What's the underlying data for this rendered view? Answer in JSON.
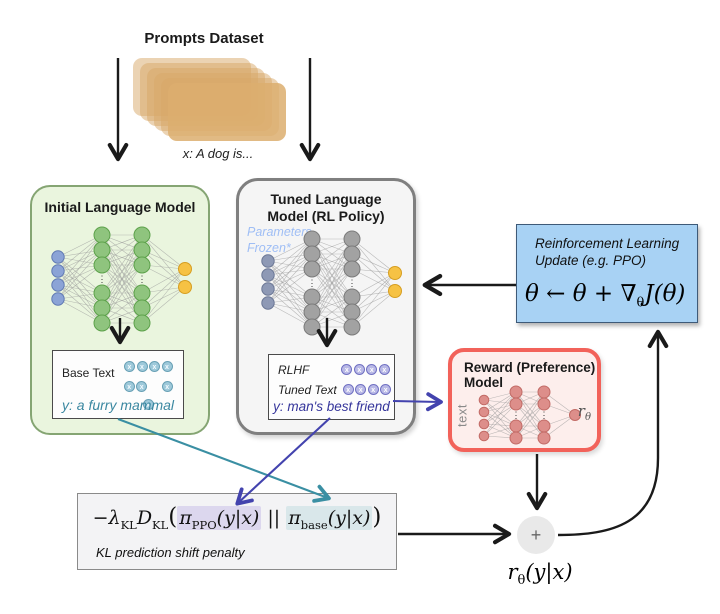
{
  "colors": {
    "prompt_card": "#dcae6e",
    "initial_box_bg": "#eaf5de",
    "initial_box_border": "#85a573",
    "tuned_box_bg": "#f5f5f5",
    "tuned_box_border": "#7f7f7f",
    "reward_box_bg": "#fdeeec",
    "reward_box_border": "#f2625a",
    "rl_box_bg": "#a8d2f4",
    "kl_box_bg": "#f3f3f5",
    "teal_arrow": "#3a8fa3",
    "purple_arrow": "#4343ae",
    "black_arrow": "#1a1a1a",
    "initial_output_text": "#3a87a0",
    "tuned_output_text": "#35359b",
    "frozen_text": "#9fbef5",
    "node_input": "#8ba3d6",
    "node_slate": "#8e99b5",
    "node_green": "#8fc47e",
    "node_gray": "#a2a2a2",
    "node_yellow": "#f6c244",
    "node_pink": "#dd8e8a",
    "ppo_highlight": "#dcd7ee",
    "base_highlight": "#d9e7ea"
  },
  "prompts": {
    "title": "Prompts Dataset",
    "example": "x: A dog is..."
  },
  "tokens": {
    "char": "x"
  },
  "initial_model": {
    "title": "Initial Language Model",
    "output_box": {
      "label": "Base Text",
      "output": "y: a furry mammal"
    }
  },
  "tuned_model": {
    "title_line1": "Tuned Language",
    "title_line2": "Model (RL Policy)",
    "frozen_line1": "Parameters",
    "frozen_line2": "Frozen*",
    "output_box": {
      "label_line1": "RLHF",
      "label_line2": "Tuned Text",
      "output": "y: man's best friend"
    }
  },
  "reward_model": {
    "title_line1": "Reward (Preference)",
    "title_line2": "Model",
    "input_label": "text",
    "output_symbol": "r",
    "output_symbol_sub": "θ"
  },
  "rl_update": {
    "line1": "Reinforcement Learning",
    "line2": "Update (e.g. PPO)",
    "formula": {
      "head": "θ ← θ + ∇",
      "nabla_sub": "θ",
      "tail": "J(θ)"
    }
  },
  "kl_box": {
    "formula": {
      "minus_lambda": "−λ",
      "lambda_sub": "KL",
      "d": "D",
      "d_sub": "KL",
      "open": "(",
      "pi1": "π",
      "ppo_sub": "PPO",
      "args1": "(y|x)",
      "parallel": "||",
      "pi2": "π",
      "base_sub": "base",
      "args2": "(y|x)",
      "close": ")"
    },
    "caption": "KL prediction shift penalty"
  },
  "sum_node": {
    "symbol": "+"
  },
  "reward_output": {
    "r": "r",
    "sub": "θ",
    "args": "(y|x)"
  }
}
